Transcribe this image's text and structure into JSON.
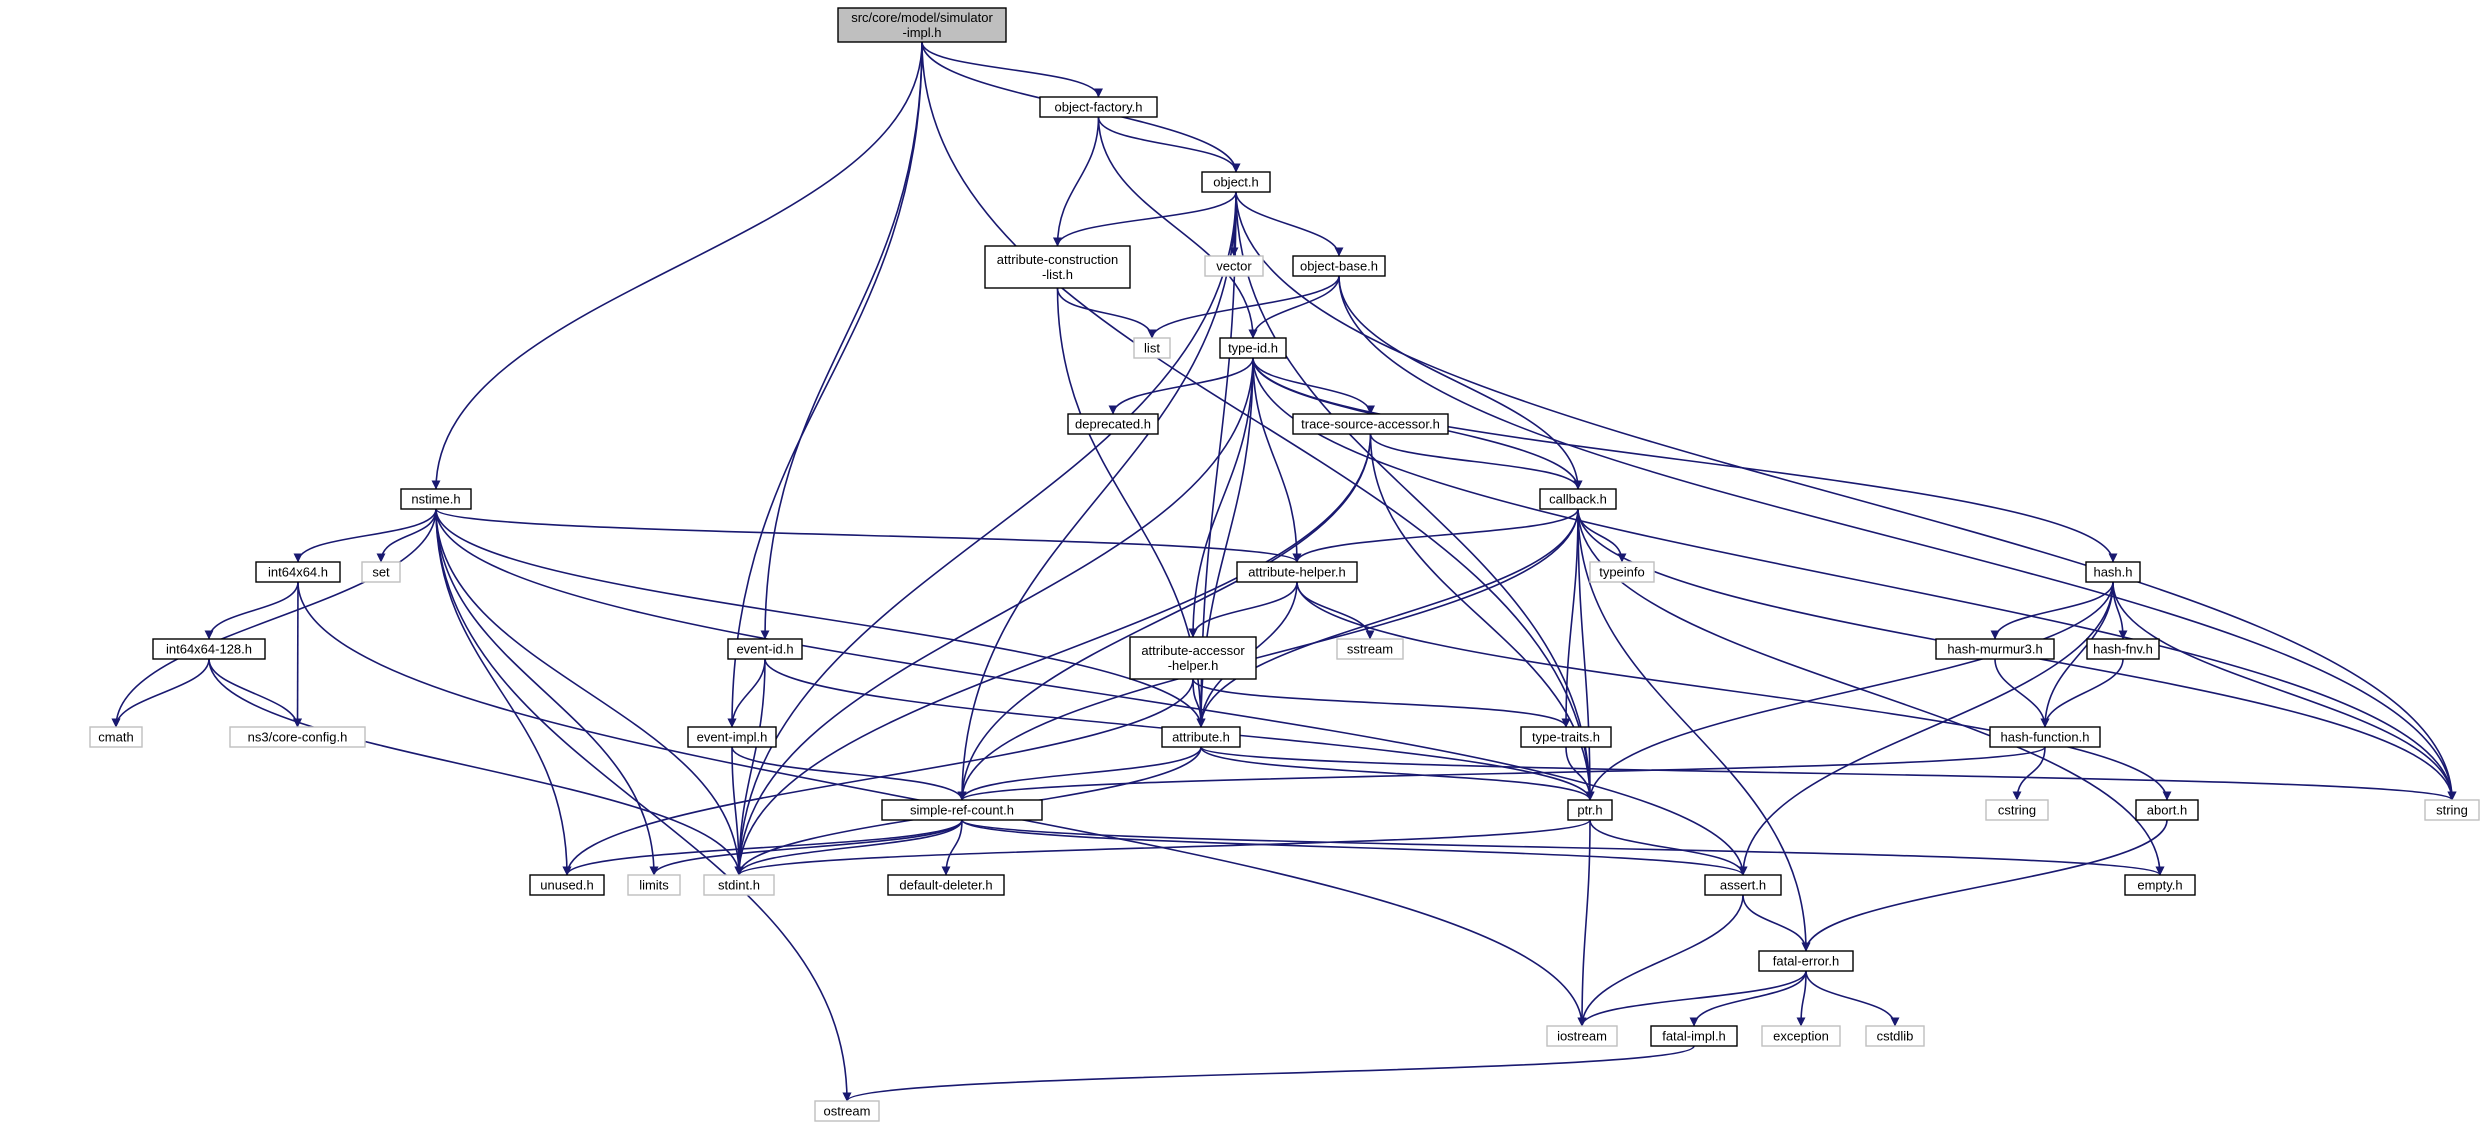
{
  "graph": {
    "nodes": [
      {
        "id": "root",
        "kind": "root",
        "lines": [
          "src/core/model/simulator",
          "-impl.h"
        ]
      },
      {
        "id": "object_factory",
        "kind": "local",
        "lines": [
          "object-factory.h"
        ]
      },
      {
        "id": "object",
        "kind": "local",
        "lines": [
          "object.h"
        ]
      },
      {
        "id": "attr_construction_list",
        "kind": "local",
        "lines": [
          "attribute-construction",
          "-list.h"
        ]
      },
      {
        "id": "vector",
        "kind": "system",
        "lines": [
          "vector"
        ]
      },
      {
        "id": "object_base",
        "kind": "local",
        "lines": [
          "object-base.h"
        ]
      },
      {
        "id": "list",
        "kind": "system",
        "lines": [
          "list"
        ]
      },
      {
        "id": "type_id",
        "kind": "local",
        "lines": [
          "type-id.h"
        ]
      },
      {
        "id": "deprecated",
        "kind": "local",
        "lines": [
          "deprecated.h"
        ]
      },
      {
        "id": "trace_source_accessor",
        "kind": "local",
        "lines": [
          "trace-source-accessor.h"
        ]
      },
      {
        "id": "nstime",
        "kind": "local",
        "lines": [
          "nstime.h"
        ]
      },
      {
        "id": "callback",
        "kind": "local",
        "lines": [
          "callback.h"
        ]
      },
      {
        "id": "int64x64",
        "kind": "local",
        "lines": [
          "int64x64.h"
        ]
      },
      {
        "id": "set",
        "kind": "system",
        "lines": [
          "set"
        ]
      },
      {
        "id": "attribute_helper",
        "kind": "local",
        "lines": [
          "attribute-helper.h"
        ]
      },
      {
        "id": "typeinfo",
        "kind": "system",
        "lines": [
          "typeinfo"
        ]
      },
      {
        "id": "hash",
        "kind": "local",
        "lines": [
          "hash.h"
        ]
      },
      {
        "id": "int64x64_128",
        "kind": "local",
        "lines": [
          "int64x64-128.h"
        ]
      },
      {
        "id": "event_id",
        "kind": "local",
        "lines": [
          "event-id.h"
        ]
      },
      {
        "id": "attr_accessor_helper",
        "kind": "local",
        "lines": [
          "attribute-accessor",
          "-helper.h"
        ]
      },
      {
        "id": "sstream",
        "kind": "system",
        "lines": [
          "sstream"
        ]
      },
      {
        "id": "hash_murmur3",
        "kind": "local",
        "lines": [
          "hash-murmur3.h"
        ]
      },
      {
        "id": "hash_fnv",
        "kind": "local",
        "lines": [
          "hash-fnv.h"
        ]
      },
      {
        "id": "cmath",
        "kind": "system",
        "lines": [
          "cmath"
        ]
      },
      {
        "id": "core_config",
        "kind": "system",
        "lines": [
          "ns3/core-config.h"
        ]
      },
      {
        "id": "event_impl",
        "kind": "local",
        "lines": [
          "event-impl.h"
        ]
      },
      {
        "id": "attribute",
        "kind": "local",
        "lines": [
          "attribute.h"
        ]
      },
      {
        "id": "type_traits",
        "kind": "local",
        "lines": [
          "type-traits.h"
        ]
      },
      {
        "id": "hash_function",
        "kind": "local",
        "lines": [
          "hash-function.h"
        ]
      },
      {
        "id": "simple_ref_count",
        "kind": "local",
        "lines": [
          "simple-ref-count.h"
        ]
      },
      {
        "id": "ptr",
        "kind": "local",
        "lines": [
          "ptr.h"
        ]
      },
      {
        "id": "cstring",
        "kind": "system",
        "lines": [
          "cstring"
        ]
      },
      {
        "id": "abort",
        "kind": "local",
        "lines": [
          "abort.h"
        ]
      },
      {
        "id": "string",
        "kind": "system",
        "lines": [
          "string"
        ]
      },
      {
        "id": "unused",
        "kind": "local",
        "lines": [
          "unused.h"
        ]
      },
      {
        "id": "limits",
        "kind": "system",
        "lines": [
          "limits"
        ]
      },
      {
        "id": "stdint",
        "kind": "system",
        "lines": [
          "stdint.h"
        ]
      },
      {
        "id": "default_deleter",
        "kind": "local",
        "lines": [
          "default-deleter.h"
        ]
      },
      {
        "id": "assert",
        "kind": "local",
        "lines": [
          "assert.h"
        ]
      },
      {
        "id": "empty",
        "kind": "local",
        "lines": [
          "empty.h"
        ]
      },
      {
        "id": "fatal_error",
        "kind": "local",
        "lines": [
          "fatal-error.h"
        ]
      },
      {
        "id": "iostream",
        "kind": "system",
        "lines": [
          "iostream"
        ]
      },
      {
        "id": "fatal_impl",
        "kind": "local",
        "lines": [
          "fatal-impl.h"
        ]
      },
      {
        "id": "exception",
        "kind": "system",
        "lines": [
          "exception"
        ]
      },
      {
        "id": "cstdlib",
        "kind": "system",
        "lines": [
          "cstdlib"
        ]
      },
      {
        "id": "ostream",
        "kind": "system",
        "lines": [
          "ostream"
        ]
      }
    ],
    "edges": [
      [
        "root",
        "object_factory"
      ],
      [
        "root",
        "object"
      ],
      [
        "root",
        "nstime"
      ],
      [
        "root",
        "event_id"
      ],
      [
        "root",
        "event_impl"
      ],
      [
        "root",
        "ptr"
      ],
      [
        "object_factory",
        "object"
      ],
      [
        "object_factory",
        "attr_construction_list"
      ],
      [
        "object_factory",
        "type_id"
      ],
      [
        "object",
        "attr_construction_list"
      ],
      [
        "object",
        "vector"
      ],
      [
        "object",
        "object_base"
      ],
      [
        "object",
        "attribute"
      ],
      [
        "object",
        "ptr"
      ],
      [
        "object",
        "simple_ref_count"
      ],
      [
        "object",
        "stdint"
      ],
      [
        "object",
        "string"
      ],
      [
        "attr_construction_list",
        "list"
      ],
      [
        "attr_construction_list",
        "attribute"
      ],
      [
        "object_base",
        "list"
      ],
      [
        "object_base",
        "type_id"
      ],
      [
        "object_base",
        "callback"
      ],
      [
        "object_base",
        "string"
      ],
      [
        "type_id",
        "deprecated"
      ],
      [
        "type_id",
        "trace_source_accessor"
      ],
      [
        "type_id",
        "callback"
      ],
      [
        "type_id",
        "attribute_helper"
      ],
      [
        "type_id",
        "attr_accessor_helper"
      ],
      [
        "type_id",
        "attribute"
      ],
      [
        "type_id",
        "hash"
      ],
      [
        "type_id",
        "stdint"
      ],
      [
        "type_id",
        "string"
      ],
      [
        "trace_source_accessor",
        "callback"
      ],
      [
        "trace_source_accessor",
        "ptr"
      ],
      [
        "trace_source_accessor",
        "simple_ref_count"
      ],
      [
        "trace_source_accessor",
        "stdint"
      ],
      [
        "nstime",
        "int64x64"
      ],
      [
        "nstime",
        "set"
      ],
      [
        "nstime",
        "cmath"
      ],
      [
        "nstime",
        "attribute_helper"
      ],
      [
        "nstime",
        "attribute"
      ],
      [
        "nstime",
        "assert"
      ],
      [
        "nstime",
        "unused"
      ],
      [
        "nstime",
        "limits"
      ],
      [
        "nstime",
        "stdint"
      ],
      [
        "nstime",
        "ostream"
      ],
      [
        "callback",
        "attribute_helper"
      ],
      [
        "callback",
        "typeinfo"
      ],
      [
        "callback",
        "type_traits"
      ],
      [
        "callback",
        "ptr"
      ],
      [
        "callback",
        "attribute"
      ],
      [
        "callback",
        "simple_ref_count"
      ],
      [
        "callback",
        "empty"
      ],
      [
        "callback",
        "fatal_error"
      ],
      [
        "callback",
        "string"
      ],
      [
        "int64x64",
        "int64x64_128"
      ],
      [
        "int64x64",
        "core_config"
      ],
      [
        "int64x64",
        "iostream"
      ],
      [
        "int64x64_128",
        "cmath"
      ],
      [
        "int64x64_128",
        "core_config"
      ],
      [
        "int64x64_128",
        "stdint"
      ],
      [
        "attribute_helper",
        "attr_accessor_helper"
      ],
      [
        "attribute_helper",
        "sstream"
      ],
      [
        "attribute_helper",
        "attribute"
      ],
      [
        "attribute_helper",
        "abort"
      ],
      [
        "attr_accessor_helper",
        "attribute"
      ],
      [
        "attr_accessor_helper",
        "type_traits"
      ],
      [
        "attr_accessor_helper",
        "unused"
      ],
      [
        "hash",
        "hash_murmur3"
      ],
      [
        "hash",
        "hash_fnv"
      ],
      [
        "hash",
        "hash_function"
      ],
      [
        "hash",
        "assert"
      ],
      [
        "hash",
        "ptr"
      ],
      [
        "hash",
        "string"
      ],
      [
        "hash_murmur3",
        "hash_function"
      ],
      [
        "hash_fnv",
        "hash_function"
      ],
      [
        "hash_function",
        "cstring"
      ],
      [
        "hash_function",
        "simple_ref_count"
      ],
      [
        "event_id",
        "event_impl"
      ],
      [
        "event_id",
        "ptr"
      ],
      [
        "event_id",
        "stdint"
      ],
      [
        "event_impl",
        "simple_ref_count"
      ],
      [
        "event_impl",
        "stdint"
      ],
      [
        "attribute",
        "simple_ref_count"
      ],
      [
        "attribute",
        "ptr"
      ],
      [
        "attribute",
        "string"
      ],
      [
        "attribute",
        "stdint"
      ],
      [
        "type_traits",
        "ptr"
      ],
      [
        "simple_ref_count",
        "unused"
      ],
      [
        "simple_ref_count",
        "limits"
      ],
      [
        "simple_ref_count",
        "stdint"
      ],
      [
        "simple_ref_count",
        "default_deleter"
      ],
      [
        "simple_ref_count",
        "assert"
      ],
      [
        "simple_ref_count",
        "empty"
      ],
      [
        "ptr",
        "assert"
      ],
      [
        "ptr",
        "iostream"
      ],
      [
        "ptr",
        "stdint"
      ],
      [
        "abort",
        "fatal_error"
      ],
      [
        "assert",
        "fatal_error"
      ],
      [
        "assert",
        "iostream"
      ],
      [
        "fatal_error",
        "fatal_impl"
      ],
      [
        "fatal_error",
        "iostream"
      ],
      [
        "fatal_error",
        "exception"
      ],
      [
        "fatal_error",
        "cstdlib"
      ],
      [
        "fatal_impl",
        "ostream"
      ]
    ]
  },
  "colors": {
    "edge": "#191970",
    "root_fill": "#bfbfbf",
    "local_border": "#000000",
    "system_border": "#bfbfbf"
  }
}
